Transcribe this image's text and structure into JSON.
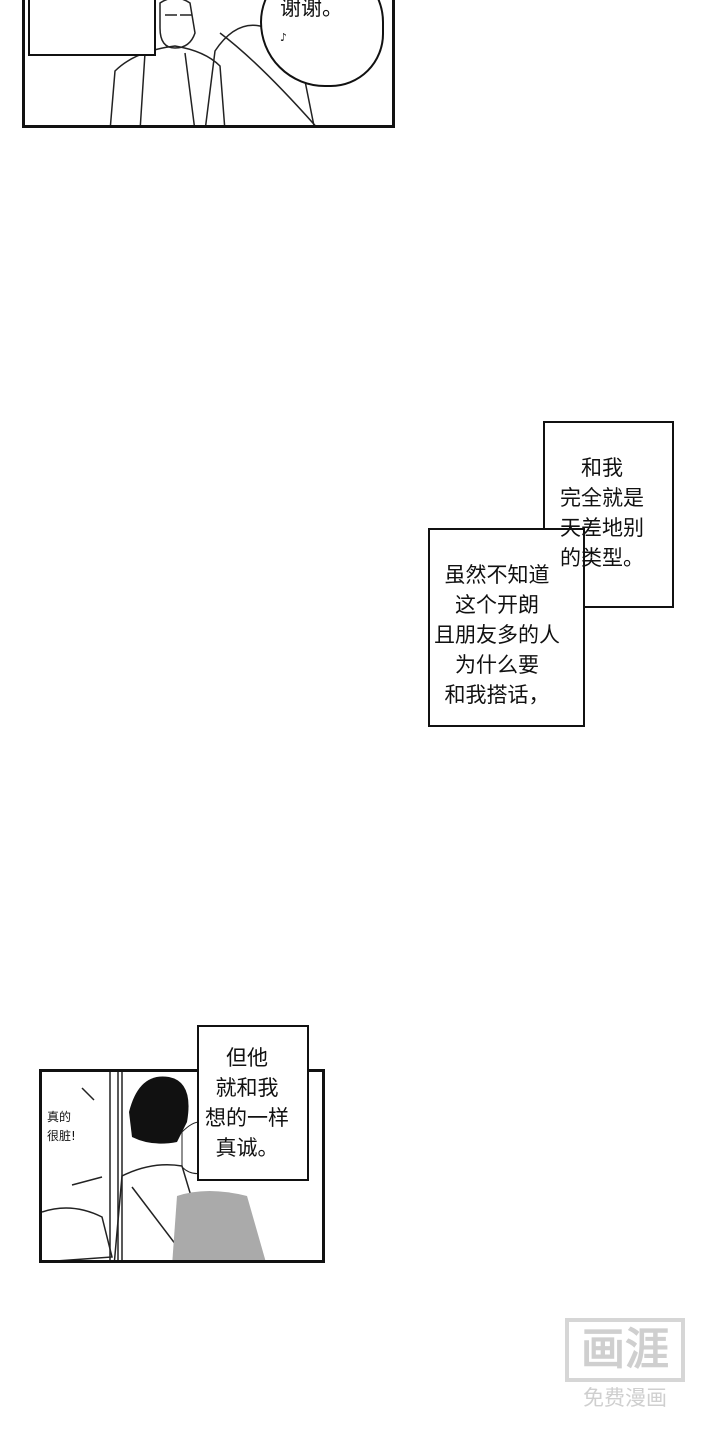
{
  "panel1": {
    "bubble_text": "谢谢。",
    "note_icon": "music-note-icon"
  },
  "caption_group": {
    "box1_lines": "和我\n完全就是\n天差地别\n的类型。",
    "box2_lines": "虽然不知道\n这个开朗\n且朋友多的人\n为什么要\n和我搭话，"
  },
  "panel2": {
    "side_text": "真的\n很脏!",
    "caption": "但他\n就和我\n想的一样\n真诚。"
  },
  "watermark": {
    "logo": "画涯",
    "tagline": "免费漫画"
  }
}
